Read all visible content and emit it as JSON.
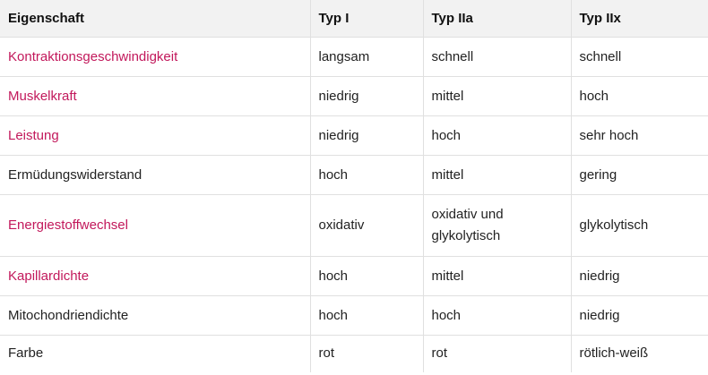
{
  "colors": {
    "link": "#c2185b",
    "header_bg": "#f2f2f2",
    "border": "#e0e0e0"
  },
  "table": {
    "headers": [
      "Eigenschaft",
      "Typ I",
      "Typ IIa",
      "Typ IIx"
    ],
    "rows": [
      {
        "label": "Kontraktionsgeschwindigkeit",
        "is_link": true,
        "values": [
          "langsam",
          "schnell",
          "schnell"
        ]
      },
      {
        "label": "Muskelkraft",
        "is_link": true,
        "values": [
          "niedrig",
          "mittel",
          "hoch"
        ]
      },
      {
        "label": "Leistung",
        "is_link": true,
        "values": [
          "niedrig",
          "hoch",
          "sehr hoch"
        ]
      },
      {
        "label": "Ermüdungswiderstand",
        "is_link": false,
        "values": [
          "hoch",
          "mittel",
          "gering"
        ]
      },
      {
        "label": "Energiestoffwechsel",
        "is_link": true,
        "values": [
          "oxidativ",
          "oxidativ und glykolytisch",
          "glykolytisch"
        ]
      },
      {
        "label": "Kapillardichte",
        "is_link": true,
        "values": [
          "hoch",
          "mittel",
          "niedrig"
        ]
      },
      {
        "label": "Mitochondriendichte",
        "is_link": false,
        "values": [
          "hoch",
          "hoch",
          "niedrig"
        ]
      },
      {
        "label": "Farbe",
        "is_link": false,
        "values": [
          "rot",
          "rot",
          "rötlich-weiß"
        ]
      }
    ]
  }
}
